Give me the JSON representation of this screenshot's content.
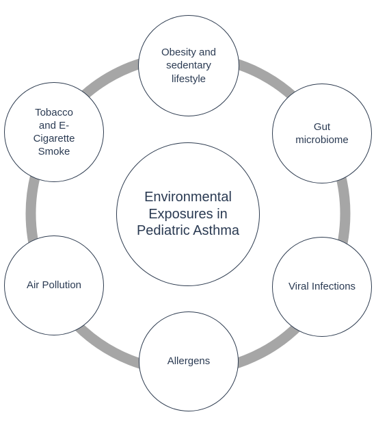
{
  "diagram": {
    "ring_color": "#a6a6a6",
    "node_border_color": "#2d3b4f",
    "text_color": "#2a3a52",
    "center": {
      "label": "Environmental Exposures in Pediatric Asthma"
    },
    "nodes": [
      {
        "id": "obesity",
        "label": "Obesity and sedentary lifestyle"
      },
      {
        "id": "gut",
        "label": "Gut microbiome"
      },
      {
        "id": "viral",
        "label": "Viral Infections"
      },
      {
        "id": "allergens",
        "label": "Allergens"
      },
      {
        "id": "air",
        "label": "Air Pollution"
      },
      {
        "id": "tobacco",
        "label": "Tobacco and E-Cigarette Smoke"
      }
    ]
  }
}
